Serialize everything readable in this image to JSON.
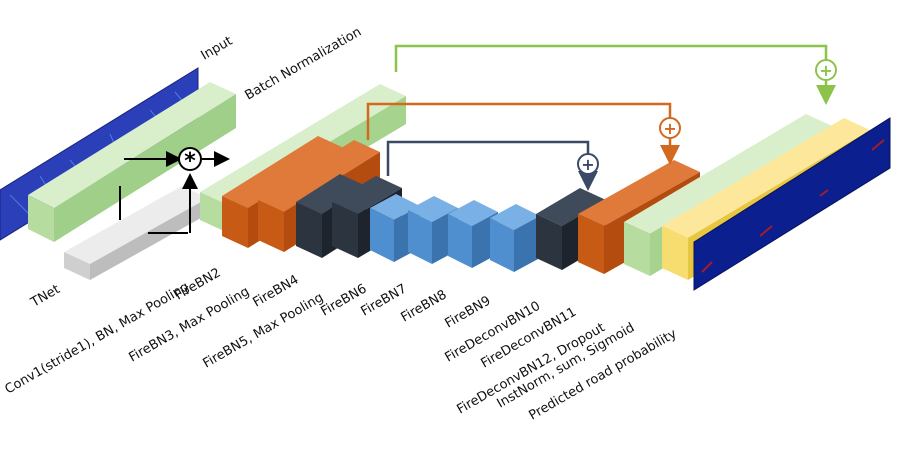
{
  "colors": {
    "input_map": "#2b3fb8",
    "batch_norm": "#b6dca0",
    "tnet": "#cfcfcf",
    "fire_orange": "#c75a14",
    "fire_dark": "#2c3440",
    "fire_blue": "#4f8fd0",
    "deconv_dark": "#2c3440",
    "deconv_orange": "#c75a14",
    "instnorm_green": "#b6dca0",
    "sigmoid_yellow": "#f7dc6f",
    "prediction_map": "#0b1f8f",
    "skip_green": "#8cc34a",
    "skip_orange": "#d2691e",
    "skip_navy": "#3a4a66"
  },
  "labels": {
    "input": "Input",
    "batch_normalization": "Batch Normalization",
    "tnet": "TNet",
    "conv1": "Conv1(stride1), BN, Max Pooling",
    "firebn2": "FireBN2",
    "firebn3": "FireBN3, Max Pooling",
    "firebn4": "FireBN4",
    "firebn5": "FireBN5, Max Pooling",
    "firebn6": "FireBN6",
    "firebn7": "FireBN7",
    "firebn8": "FireBN8",
    "firebn9": "FireBN9",
    "firedeconvbn10": "FireDeconvBN10",
    "firedeconvbn11": "FireDeconvBN11",
    "firedeconvbn12": "FireDeconvBN12, Dropout",
    "instnorm": "InstNorm, sum, Sigmoid",
    "predicted": "Predicted road probability"
  },
  "symbols": {
    "multiply": "*",
    "add_green": "+",
    "add_orange": "+",
    "add_navy": "+"
  }
}
